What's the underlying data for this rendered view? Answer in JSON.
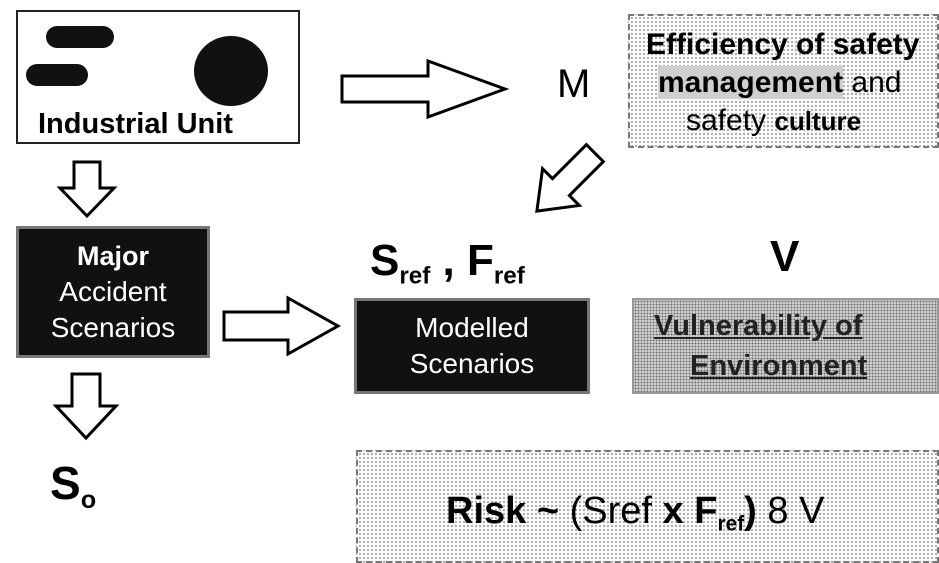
{
  "industrial_unit": {
    "label": "Industrial Unit"
  },
  "m_label": "M",
  "safety_box": {
    "line1": "Efficiency of safety",
    "line2_bold": "management",
    "line2_rest": "and",
    "line3_rest": "safety",
    "line3_bold": "culture"
  },
  "major_accident": {
    "line1": "Major",
    "line2": "Accident",
    "line3": "Scenarios"
  },
  "sf_label": {
    "s": "S",
    "s_sub": "ref",
    "sep": " , ",
    "f": "F",
    "f_sub": "ref"
  },
  "v_label": "V",
  "modelled": {
    "line1": "Modelled",
    "line2": "Scenarios"
  },
  "vulnerability": {
    "line1": "Vulnerability of",
    "line2": "Environment"
  },
  "so_label": {
    "s": "S",
    "sub": "o"
  },
  "risk": {
    "word": "Risk",
    "tilde": "~",
    "open": "(Sref",
    "times": "x",
    "f": "F",
    "f_sub": "ref",
    "close": ")",
    "tail": "8 V"
  }
}
